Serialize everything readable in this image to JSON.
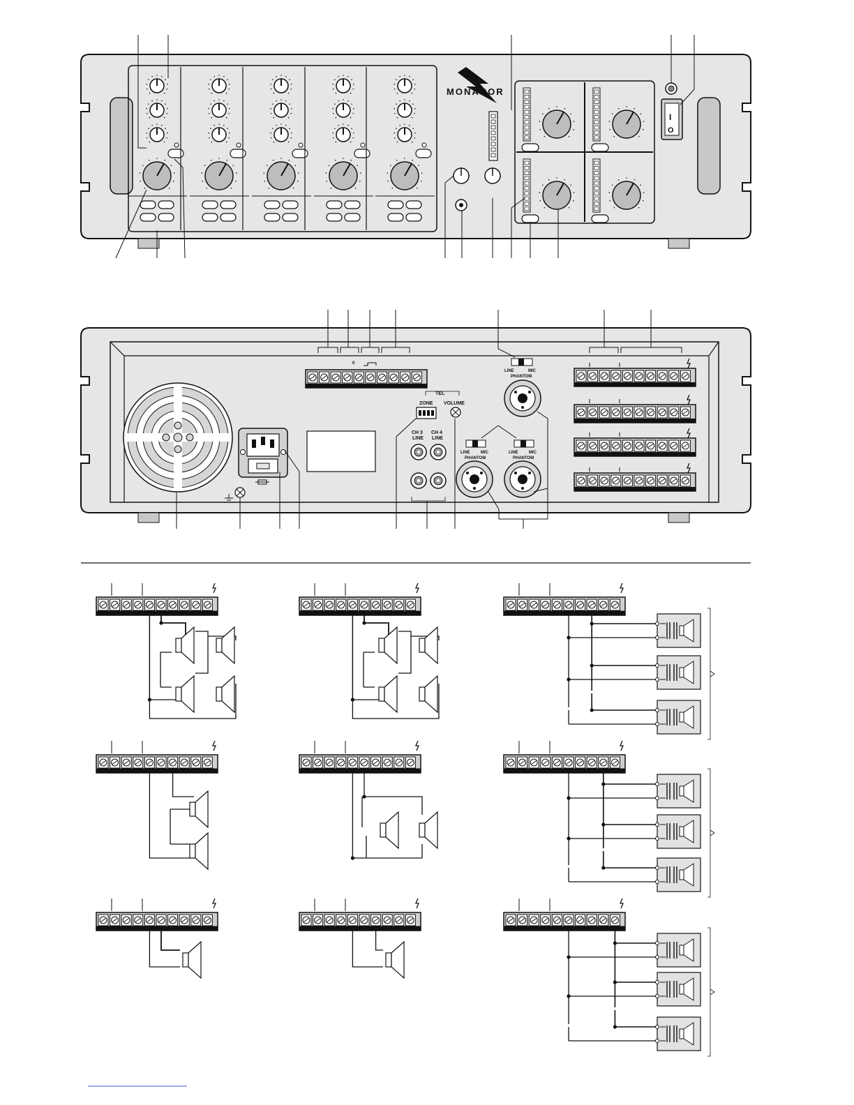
{
  "front_panel": {
    "brand": "MONACOR",
    "power_switch_on": "I",
    "power_switch_off": "O"
  },
  "rear_panel": {
    "mode_switch_left": "LINE",
    "mode_switch_right": "MIC",
    "phantom_label": "PHANTOM",
    "tel_label": "TEL",
    "zone_label": "ZONE",
    "volume_label": "VOLUME",
    "ch3_label_line1": "CH 3",
    "ch3_label_line2": "LINE",
    "ch4_label_line1": "CH 4",
    "ch4_label_line2": "LINE"
  }
}
